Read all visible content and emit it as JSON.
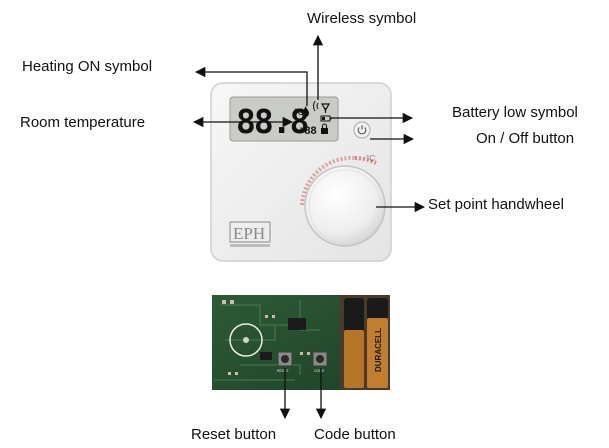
{
  "labels": {
    "wireless": "Wireless symbol",
    "heating_on": "Heating ON symbol",
    "room_temp": "Room temperature",
    "battery_low": "Battery low symbol",
    "on_off": "On / Off button",
    "set_point": "Set point handwheel",
    "reset": "Reset button",
    "code": "Code button"
  },
  "device": {
    "brand_logo": "EPH",
    "display_digits": "88.8",
    "display_unit": "°C",
    "display_small": "+88",
    "dial_unit": "°C"
  },
  "board": {
    "battery_brand": "DURACELL",
    "reset_tag": "RESET",
    "code_tag": "CODE"
  },
  "icons": {
    "power": "power-icon",
    "flame": "flame-icon",
    "wireless": "antenna-icon",
    "battery": "battery-icon",
    "lock": "lock-icon"
  }
}
